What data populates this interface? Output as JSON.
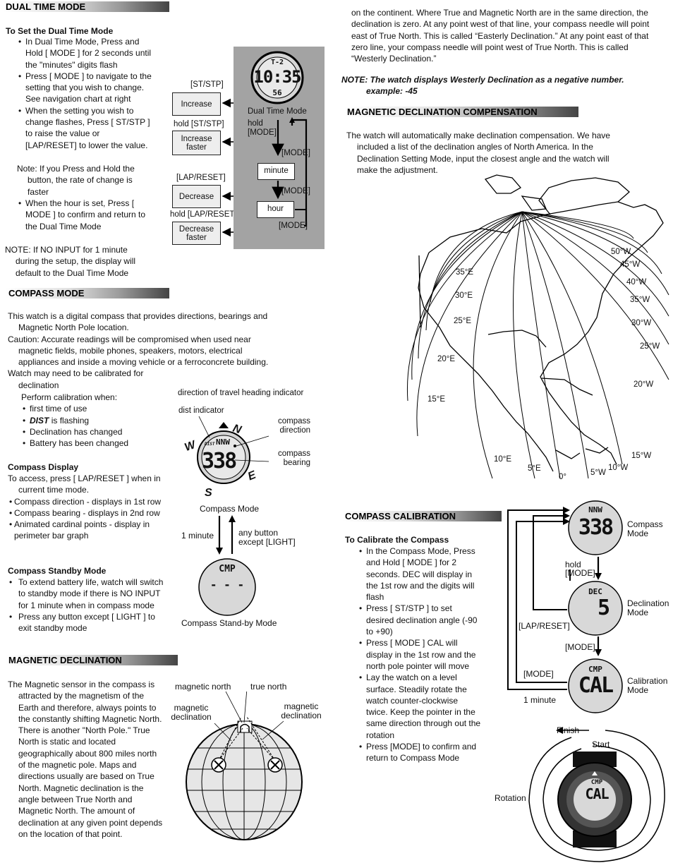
{
  "dual_time": {
    "heading": "DUAL TIME MODE",
    "subheading": "To Set the Dual Time Mode",
    "bullets": [
      "In Dual Time Mode, Press and Hold [ MODE ] for 2 seconds until the \"minutes\" digits flash",
      "Press [ MODE ] to navigate to the setting that you wish to change. See navigation chart at right",
      "When the setting you wish to change flashes, Press [ ST/STP ] to raise the value or [LAP/RESET] to lower the value."
    ],
    "note_hold": "Note: If you Press and Hold the button, the rate of change is faster",
    "bullet_last": "When the hour is set, Press [ MODE ] to confirm and return to the Dual Time Mode",
    "note_noinput": "NOTE: If NO INPUT for 1 minute during the setup, the display will default to the Dual Time Mode",
    "diagram": {
      "lbl_ststp": "[ST/STP]",
      "btn_increase": "Increase",
      "lbl_hold_ststp": "hold [ST/STP]",
      "btn_increase_faster": "Increase faster",
      "lbl_lapreset": "[LAP/RESET]",
      "btn_decrease": "Decrease",
      "lbl_hold_lapreset": "hold [LAP/RESET]",
      "btn_decrease_faster": "Decrease faster",
      "mode_name": "Dual Time Mode",
      "hold": "hold",
      "mode1": "[MODE]",
      "mode2": "[MODE]",
      "mode3": "[MODE]",
      "mode4": "[MODE]",
      "minute": "minute",
      "hour": "hour",
      "lcd_top": "T-2",
      "lcd_main": "10:35",
      "lcd_sec": "56"
    }
  },
  "compass": {
    "heading": "COMPASS MODE",
    "intro": "This watch is a digital compass that provides directions, bearings and Magnetic North Pole location.",
    "caution": "Caution: Accurate readings will be compromised when used near magnetic fields, mobile phones, speakers, motors, electrical appliances and inside a moving vehicle or a ferroconcrete building.",
    "calib_need": "Watch may need to be calibrated for declination",
    "perform": "Perform calibration when:",
    "items": [
      "first time of use",
      "is flashing",
      "Declination has changed",
      "Battery has been changed"
    ],
    "dist_word": "DIST",
    "display_sub": "Compass Display",
    "display_access": "To access, press [ LAP/RESET ]   when in current time mode.",
    "display_items": [
      "Compass direction  - displays in 1st row",
      "Compass bearing - displays in 2nd row",
      "Animated cardinal points - display in perimeter bar graph"
    ],
    "standby_sub": "Compass Standby Mode",
    "standby_items": [
      "To extend battery life, watch will switch to standby mode if there is NO INPUT for 1 minute when in compass mode",
      "Press any button except [ LIGHT ] to exit standby mode"
    ],
    "diagram": {
      "travel": "direction of travel heading indicator",
      "dist_ind": "dist indicator",
      "compass_dir": "compass direction",
      "compass_bearing": "compass bearing",
      "n": "N",
      "e": "E",
      "s": "S",
      "w": "W",
      "lcd_dist": "DIST",
      "lcd_dir": "NNW",
      "lcd_bearing": "338",
      "mode_label": "Compass Mode",
      "one_minute": "1 minute",
      "any_button": "any button except [LIGHT]",
      "standby_lcd": "CMP",
      "standby_dashes": "- - -",
      "standby_label": "Compass Stand-by Mode"
    }
  },
  "magdec": {
    "heading": "MAGNETIC DECLINATION",
    "text": "The Magnetic sensor in the compass is attracted by the magnetism of the Earth and therefore, always points to the constantly shifting Magnetic North. There is another \"North Pole.\" True North is static and located geographically about 800 miles north of the magnetic pole. Maps and directions usually are based on True North. Magnetic declination is the angle between True North and Magnetic North. The amount of declination at any given point depends on the location of that point.",
    "globe": {
      "magnetic_north": "magnetic north",
      "true_north": "true north",
      "mag_dec_left": "magnetic declination",
      "mag_dec_right": "magnetic declination"
    }
  },
  "right": {
    "cont_text": "on the continent. Where True and Magnetic North are in the same direction, the declination is zero. At any  point west of that line, your compass needle will point east of True North. This is called “Easterly Declination.” At any point east of that zero line, your compass needle will point west of True North. This is called “Westerly Declination.”",
    "note1": "NOTE: The watch displays Westerly Declination as a negative number.",
    "note2": "example: -45",
    "comp_heading": "MAGNETIC DECLINATION COMPENSATION",
    "comp_text": "The watch will automatically make declination compensation. We have included a list of the declination angles of North America. In the Declination Setting Mode, input the closest angle and the watch will make the adjustment.",
    "map_labels": {
      "w50": "50°W",
      "w45": "45°W",
      "w40": "40°W",
      "w35": "35°W",
      "w30": "30°W",
      "w25": "25°W",
      "w20": "20°W",
      "w15": "15°W",
      "w10": "10°W",
      "w5": "5°W",
      "zero": "0°",
      "e5": "5°E",
      "e10": "10°E",
      "e15": "15°E",
      "e20": "20°E",
      "e25": "25°E",
      "e30": "30°E",
      "e35": "35°E"
    }
  },
  "calibration": {
    "heading": "COMPASS CALIBRATION",
    "subheading": "To Calibrate the Compass",
    "items": [
      "In the Compass Mode, Press and Hold [ MODE ] for 2 seconds. DEC will display in the 1st row and the digits will flash",
      "Press [ ST/STP ] to set desired declination angle (-90 to +90)",
      "Press [ MODE ]  CAL will display in the 1st row and the north pole pointer will move",
      "Lay the watch on a level surface. Steadily rotate the watch counter-clockwise twice. Keep the pointer in the same direction through out the rotation",
      "Press [MODE] to confirm and return to Compass Mode"
    ],
    "diagram": {
      "lcd1_top": "NNW",
      "lcd1_main": "338",
      "label1": "Compass Mode",
      "hold": "hold",
      "mode_a": "[MODE]",
      "lcd2_top": "DEC",
      "lcd2_main": "5",
      "label2": "Declination Mode",
      "lapreset": "[LAP/RESET]",
      "mode_b": "[MODE]",
      "mode_c": "[MODE]",
      "one_minute": "1 minute",
      "lcd3_top": "CMP",
      "lcd3_main": "CAL",
      "label3": "Calibration Mode",
      "finish": "Finish",
      "start": "Start",
      "rotation": "Rotation",
      "watch_top": "CMP",
      "watch_main": "CAL"
    }
  }
}
